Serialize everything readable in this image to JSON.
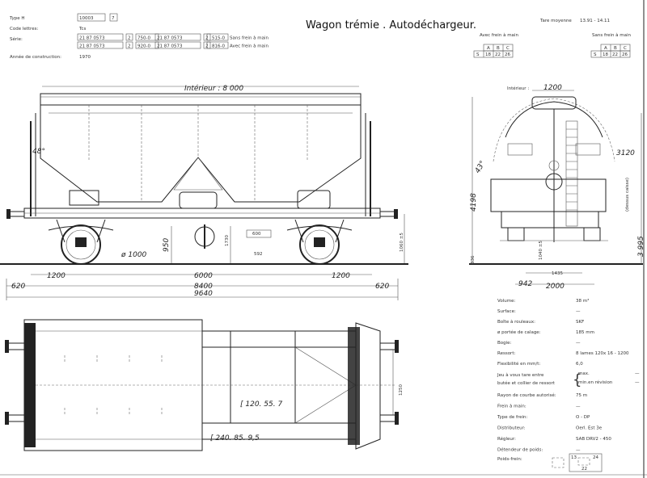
{
  "header": {
    "title": "Wagon trémie . Autodéchargeur.",
    "type_label": "Type H",
    "type_value": "10003",
    "type_suffix": "7",
    "code_label": "Code lettres:",
    "code_value": "Tcs",
    "serie_label": "Série:",
    "serie_rows": [
      {
        "a": "21 87 0573",
        "b": "2",
        "c": "750-0",
        "d": "21 87 0573",
        "e": "2",
        "f": "515-0",
        "note": "Sans frein à main"
      },
      {
        "a": "21 87 0573",
        "b": "2",
        "c": "920-0",
        "d": "21 87 0573",
        "e": "2",
        "f": "816-0",
        "note": "Avec frein à main"
      }
    ],
    "annee_label": "Année de construction:",
    "annee_value": "1970",
    "tare_label": "Tare moyenne",
    "tare_value": "13.91 - 14.11",
    "avec_frein_label": "Avec frein à main",
    "sans_frein_label": "Sans frein à main",
    "avec_table": {
      "cols": [
        "A",
        "B",
        "C"
      ],
      "row_head": "S",
      "values": [
        "18",
        "22",
        "26"
      ]
    },
    "sans_table": {
      "cols": [
        "A",
        "B",
        "C"
      ],
      "row_head": "S",
      "values": [
        "18",
        "22",
        "26"
      ]
    }
  },
  "side_view": {
    "interieur": "Intérieur : 8 000",
    "angle": "48°",
    "wheel_dia": "ø 1000",
    "h950": "950",
    "h1730": "1730",
    "w600": "600",
    "w592": "592",
    "h1060": "1060 ±5",
    "d1200a": "1200",
    "d6000": "6000",
    "d1200b": "1200",
    "d620a": "620",
    "d8400": "8400",
    "d620b": "620",
    "d9640": "9640"
  },
  "end_view": {
    "interieur": "Intérieur :",
    "w1200": "1200",
    "angle": "43°",
    "h3120": "3120",
    "h4198": "4198",
    "h3995": "3 995",
    "caisse": "(dessus caisse)",
    "h336": "336",
    "h1040": "1040 ±5",
    "w1435": "1435",
    "w942": "942",
    "w2000": "2000"
  },
  "plan_view": {
    "profile1": "[ 120. 55. 7",
    "profile2": "[ 240. 85. 9,5",
    "w1250": "1250"
  },
  "specs": [
    {
      "label": "Volume:",
      "value": "38 m³"
    },
    {
      "label": "Surface:",
      "value": "—"
    },
    {
      "label": "Boîte à rouleaux:",
      "value": "SKF"
    },
    {
      "label": "ø portée de calage:",
      "value": "185 mm"
    },
    {
      "label": "Bogie:",
      "value": "—"
    },
    {
      "label": "Ressort:",
      "value": "8 lames 120x 16 - 1200"
    },
    {
      "label": "Flexibilité en mm/t:",
      "value": "6,0"
    }
  ],
  "jeu": {
    "label1": "Jeu à vous tare entre",
    "label2": "butée et collier de ressort",
    "max_label": "max.",
    "max_value": "—",
    "min_label": "min.en révision",
    "min_value": "—"
  },
  "specs2": [
    {
      "label": "Rayon de courbe autorisé:",
      "value": "75 m"
    },
    {
      "label": "Frein à main:",
      "value": "—"
    },
    {
      "label": "Type de frein:",
      "value": "O - DP"
    },
    {
      "label": "Distributeur:",
      "value": "Oerl. Est 3e"
    },
    {
      "label": "Régleur:",
      "value": "SAB DRV2 - 450"
    },
    {
      "label": "Détendeur de poids:",
      "value": "—"
    }
  ],
  "poids_frein": {
    "label": "Poids-frein:",
    "v1": "13",
    "v2": "24",
    "v3": "22"
  }
}
